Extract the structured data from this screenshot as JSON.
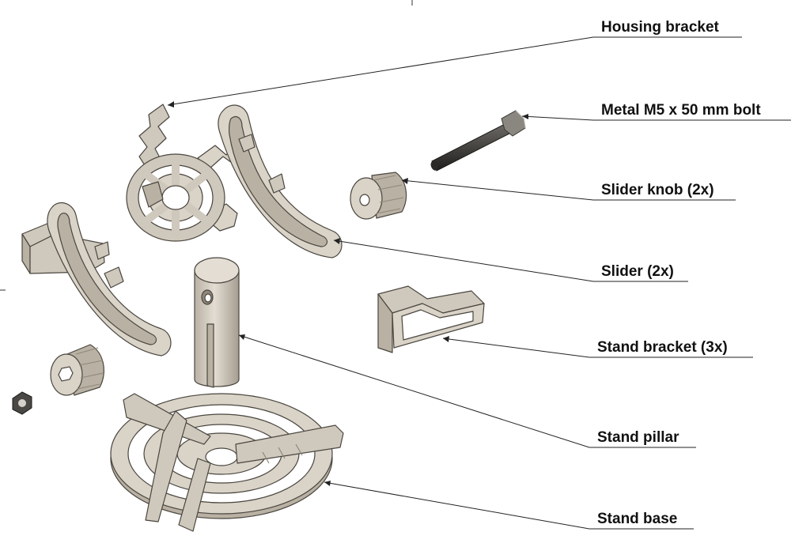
{
  "labels": {
    "housing_bracket": "Housing bracket",
    "bolt": "Metal M5 x 50 mm bolt",
    "slider_knob": "Slider knob (2x)",
    "slider": "Slider (2x)",
    "stand_bracket": "Stand bracket (3x)",
    "stand_pillar": "Stand pillar",
    "stand_base": "Stand base"
  },
  "colors": {
    "part_fill": "#d9d3c8",
    "part_shade": "#b9b1a3",
    "part_dark": "#8f877a",
    "outline": "#4a463f",
    "leader": "#222222"
  }
}
